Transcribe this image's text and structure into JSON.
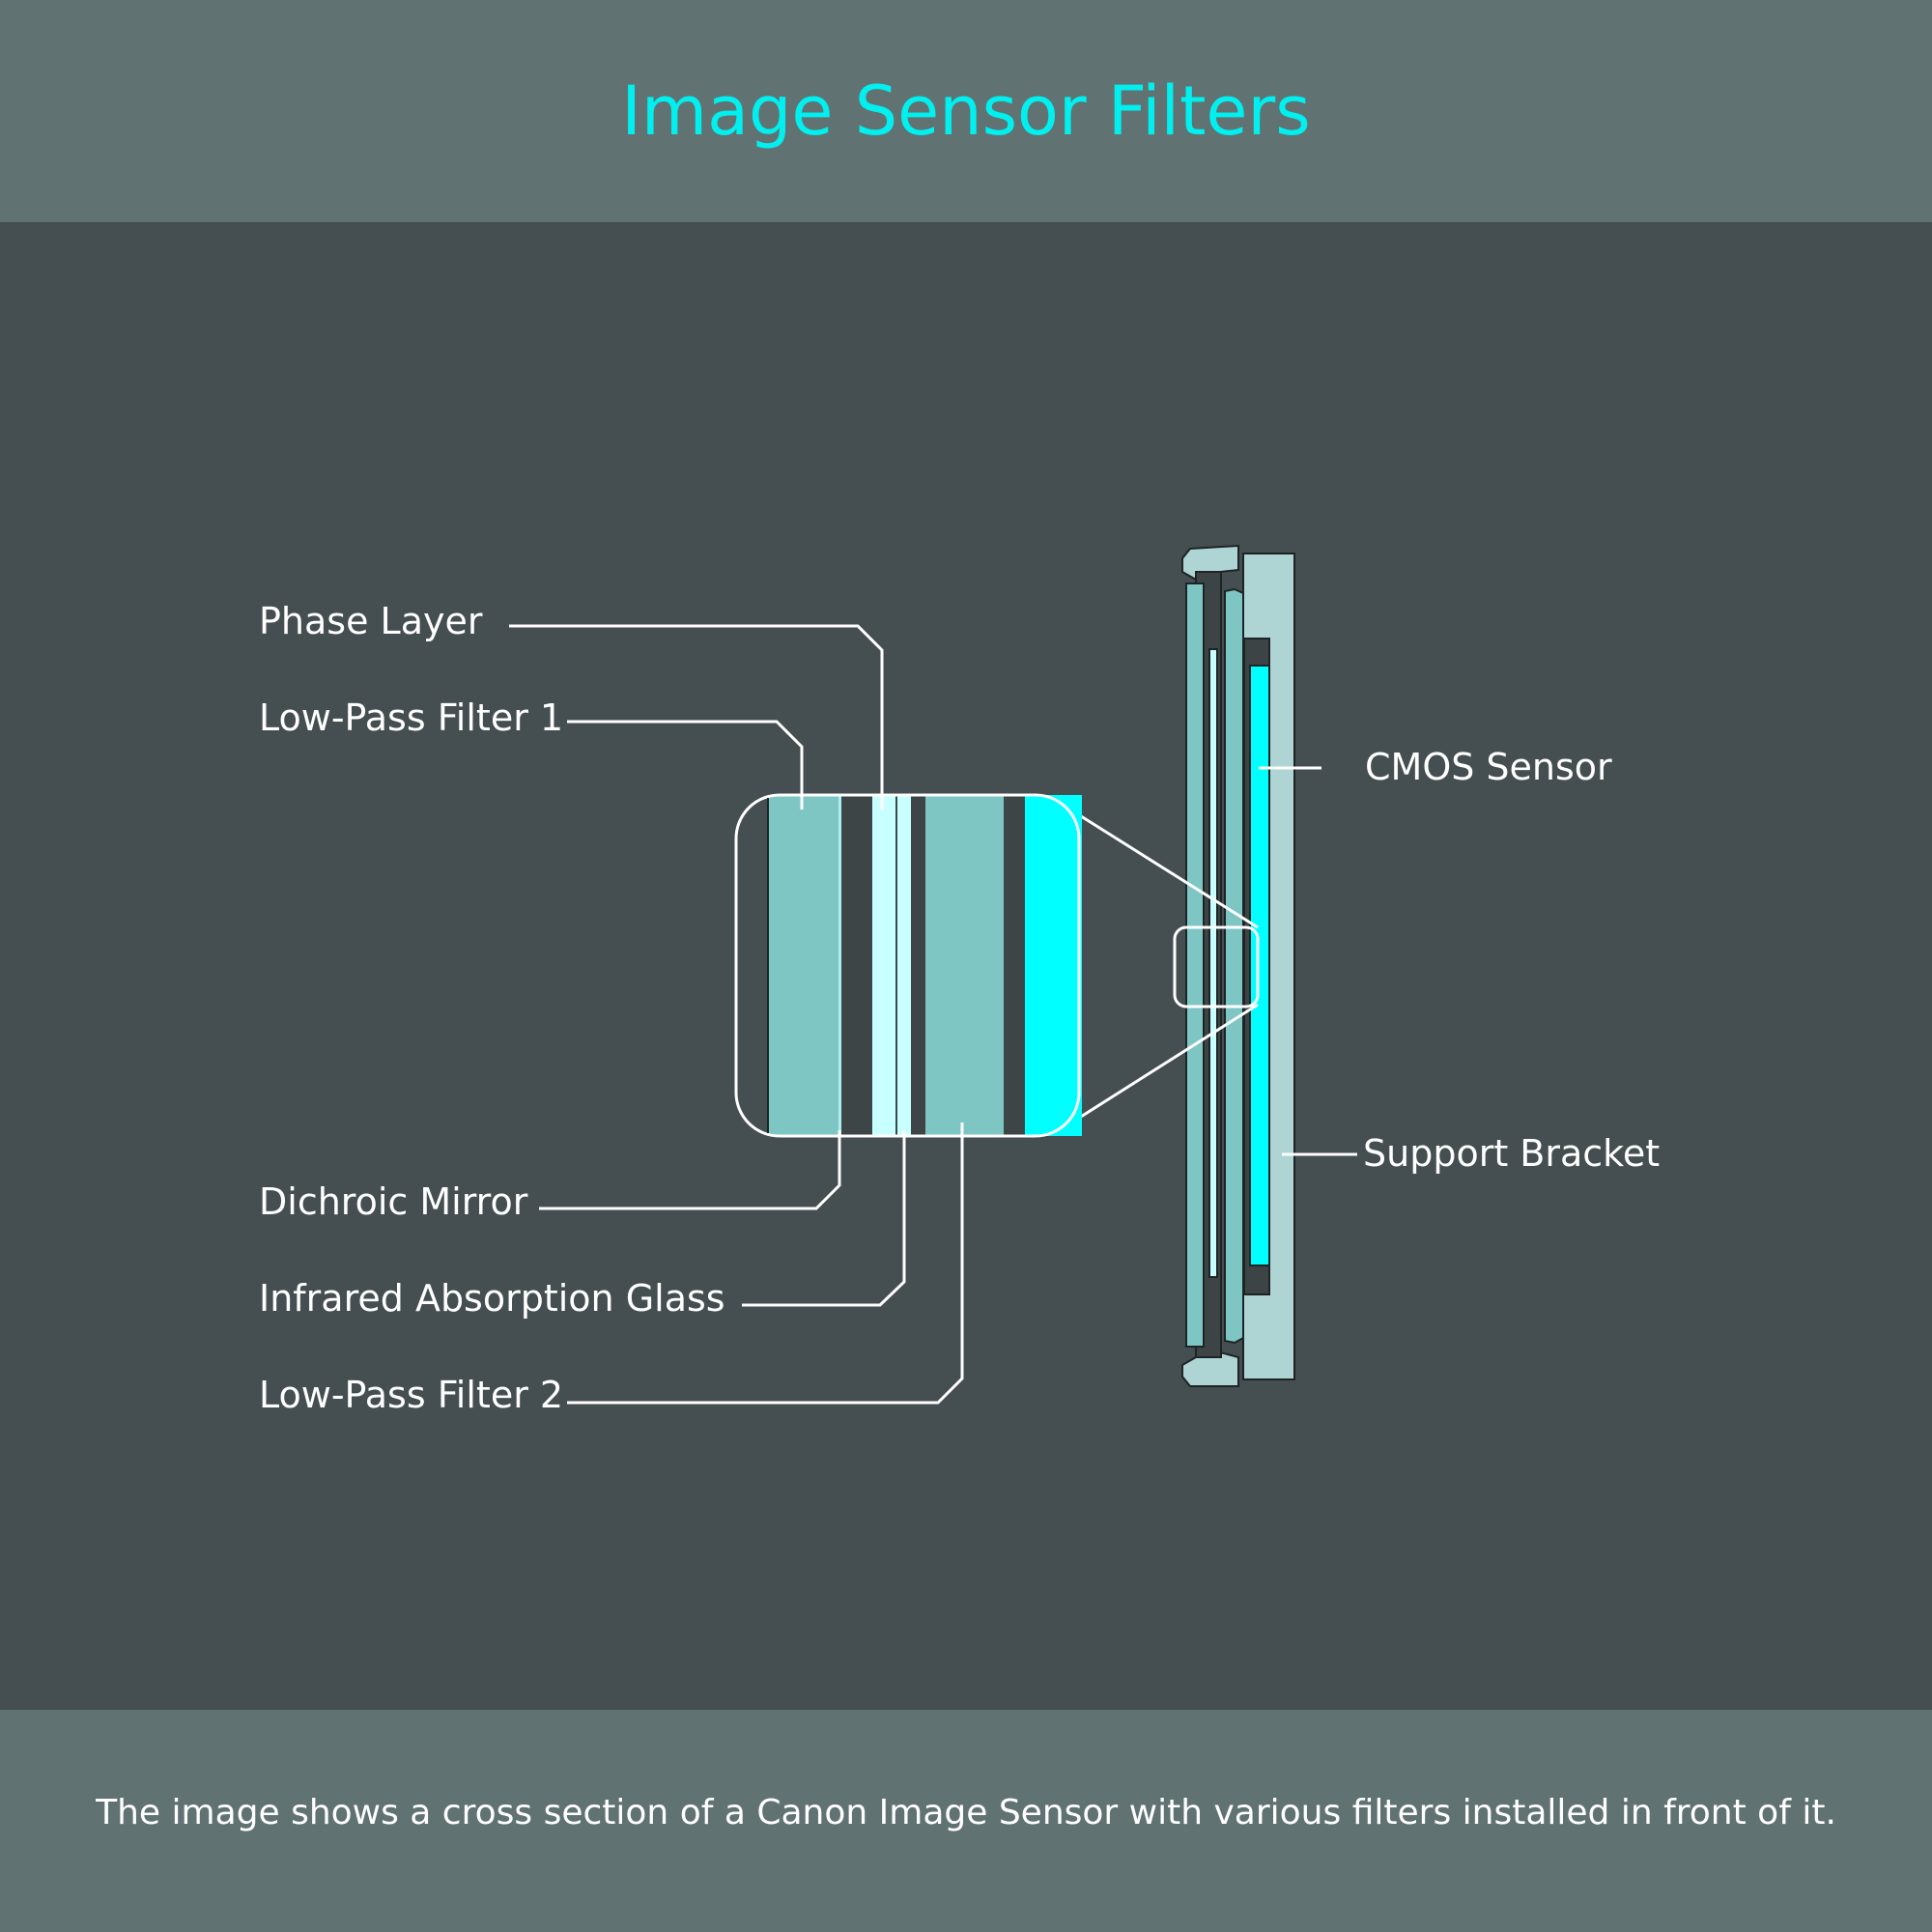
{
  "title": "Image Sensor Filters",
  "caption": "The image shows a cross section of a Canon Image Sensor with various filters installed in front of it.",
  "labels": {
    "phase_layer": "Phase Layer",
    "low_pass_filter_1": "Low-Pass Filter 1",
    "dichroic_mirror": "Dichroic Mirror",
    "infrared_absorption_glass": "Infrared Absorption Glass",
    "low_pass_filter_2": "Low-Pass Filter 2",
    "cmos_sensor": "CMOS Sensor",
    "support_bracket": "Support Bracket"
  },
  "colors": {
    "header_bg": "#617272",
    "body_bg": "#454e50",
    "accent": "#00f0f0",
    "filter_glass": "#7ec6c4",
    "pale_glass": "#c8ffff",
    "cmos": "#00ffff",
    "bracket": "#afd4d4"
  }
}
